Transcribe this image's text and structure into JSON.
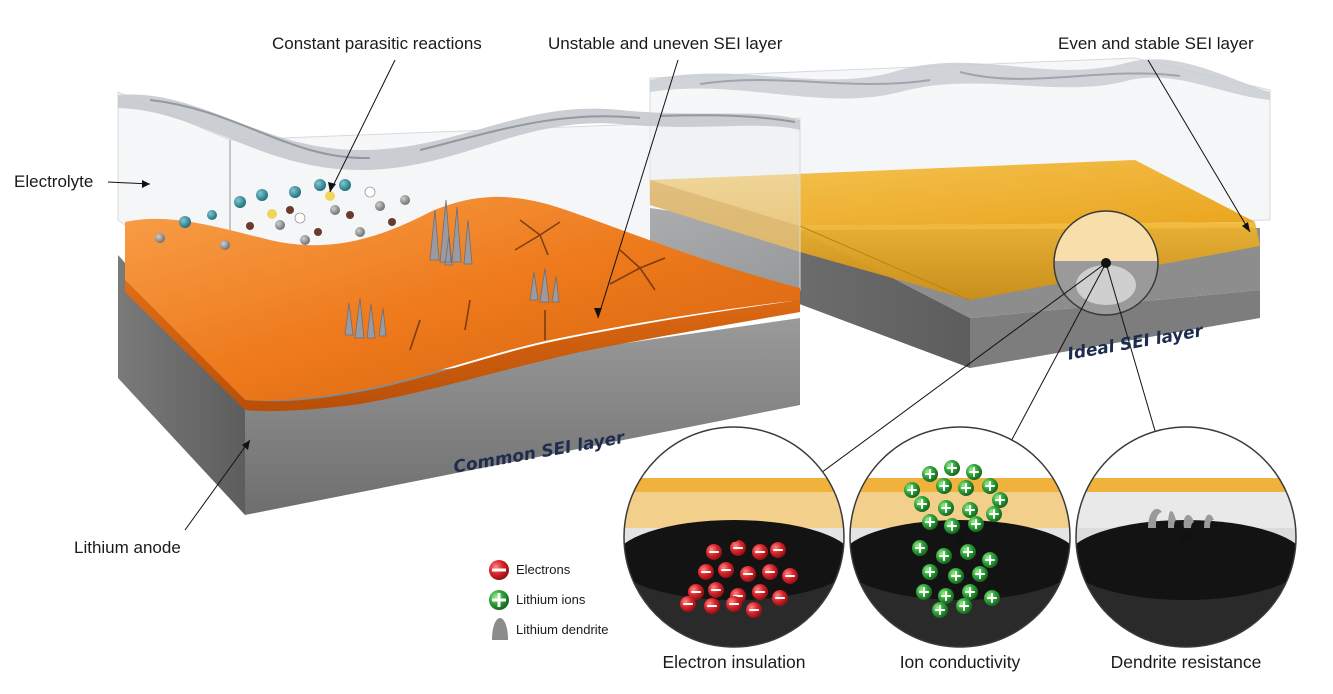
{
  "labels": {
    "parasitic": "Constant parasitic reactions",
    "unstable": "Unstable and uneven SEI layer",
    "stable": "Even and stable SEI layer",
    "electrolyte": "Electrolyte",
    "anode": "Lithium anode",
    "common": "Common SEI layer",
    "ideal": "Ideal SEI layer"
  },
  "legend": [
    {
      "icon": "electron-icon",
      "label": "Electrons"
    },
    {
      "icon": "lithium-ion-icon",
      "label": "Lithium ions"
    },
    {
      "icon": "dendrite-icon",
      "label": "Lithium dendrite"
    }
  ],
  "captions": [
    "Electron insulation",
    "Ion conductivity",
    "Dendrite resistance"
  ],
  "colors": {
    "sei_common": "#f07a1a",
    "sei_ideal": "#f2b52b",
    "anode": "#8a8a8a",
    "electron": "#d9252a",
    "lithium_ion": "#2ea33a",
    "title_navy": "#1e2d4f"
  }
}
